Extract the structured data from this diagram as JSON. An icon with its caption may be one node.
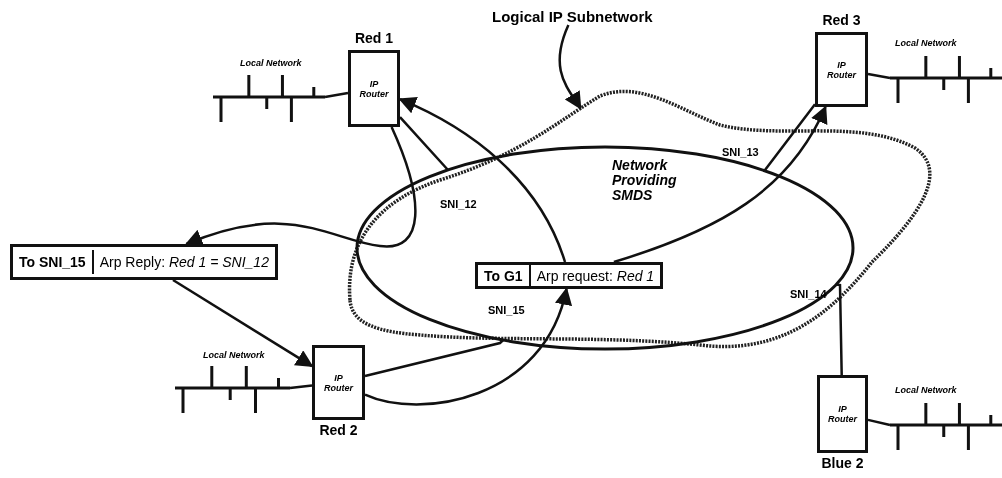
{
  "diagram": {
    "nodes": [
      {
        "text": [
          "Red 1",
          "IP Router"
        ]
      },
      {
        "text": [
          "Red 3",
          "IP Router"
        ]
      },
      {
        "text": [
          "IP Router",
          "Red 2"
        ]
      },
      {
        "text": [
          "IP Router",
          "Blue 2"
        ]
      },
      {
        "text": [
          "Network Providing SMDS"
        ]
      },
      {
        "text": [
          "Logical IP Subnetwork"
        ]
      },
      {
        "text": [
          "To G1",
          "Arp request: *Red 1*"
        ],
        "in": 4
      },
      {
        "text": [
          "To SNI_15",
          "Arp Reply: *Red 1 = SNI_12*"
        ]
      },
      {
        "text": [
          "Local Network"
        ]
      },
      {
        "text": [
          "Local Network"
        ]
      },
      {
        "text": [
          "Local Network"
        ]
      },
      {
        "text": [
          "Local Network"
        ]
      }
    ],
    "edges": [
      {
        "from": 8,
        "to": 0,
        "arrow": "none"
      },
      {
        "from": 9,
        "to": 1,
        "arrow": "none"
      },
      {
        "from": 10,
        "to": 2,
        "arrow": "none"
      },
      {
        "from": 11,
        "to": 3,
        "arrow": "none"
      },
      {
        "from": 0,
        "to": 4,
        "arrow": "none"
      },
      {
        "from": 1,
        "to": 4,
        "arrow": "none"
      },
      {
        "from": 2,
        "to": 4,
        "arrow": "none"
      },
      {
        "from": 3,
        "to": 4,
        "arrow": "none"
      },
      {
        "from": 5,
        "to": null,
        "arrow": "to"
      },
      {
        "from": 2,
        "to": 6,
        "arrow": "to"
      },
      {
        "from": 6,
        "to": 0,
        "arrow": "to"
      },
      {
        "from": 6,
        "to": 1,
        "arrow": "to"
      },
      {
        "from": 0,
        "to": 7,
        "arrow": "to"
      },
      {
        "from": 7,
        "to": 2,
        "arrow": "to"
      }
    ],
    "labels": [
      "SNI_12",
      "SNI_13",
      "SNI_15",
      "SNI_14"
    ]
  }
}
